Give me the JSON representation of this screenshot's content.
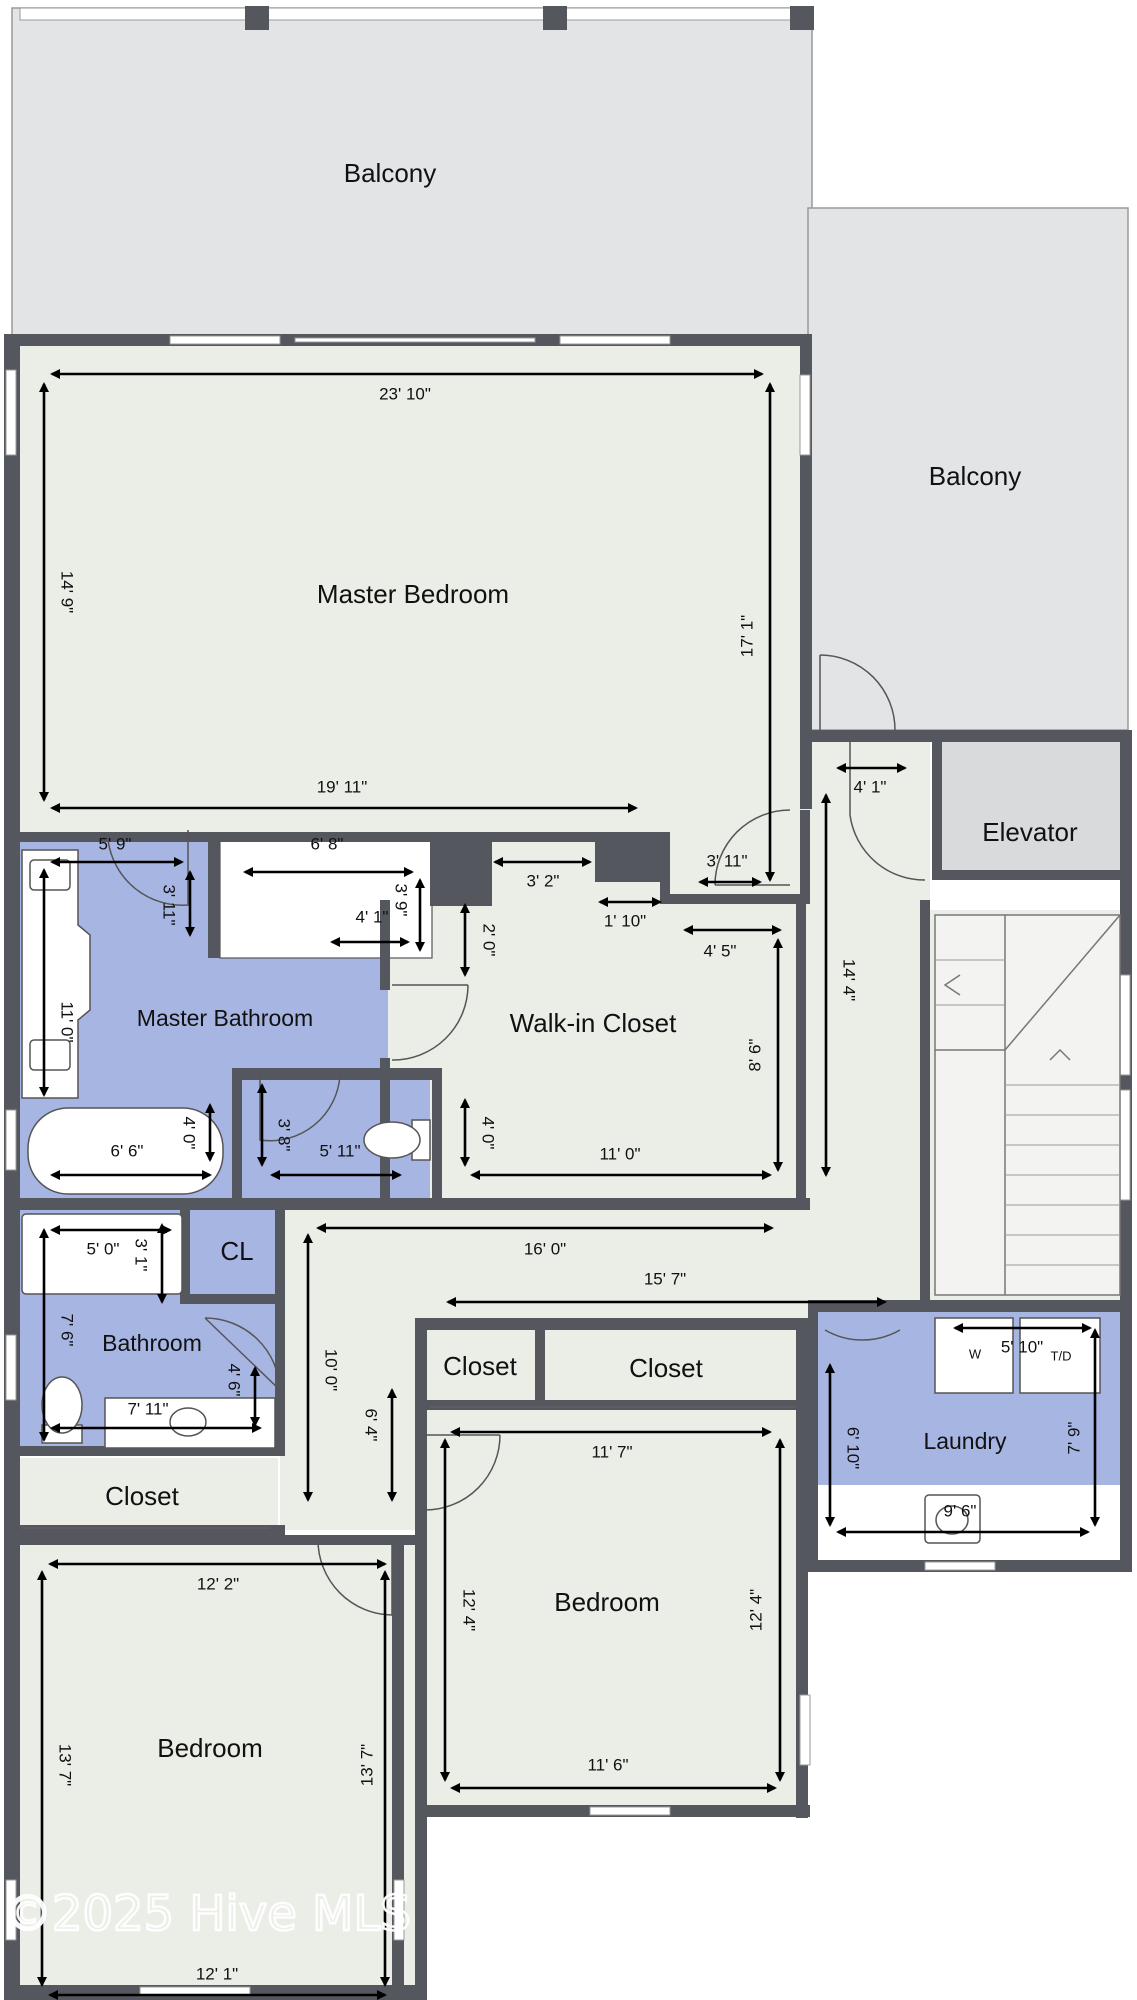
{
  "rooms": {
    "balcony_top": "Balcony",
    "balcony_right": "Balcony",
    "master_bedroom": "Master Bedroom",
    "master_bathroom": "Master Bathroom",
    "walk_in_closet": "Walk-in Closet",
    "elevator": "Elevator",
    "cl": "CL",
    "bathroom": "Bathroom",
    "closet_a": "Closet",
    "closet_b": "Closet",
    "closet_c": "Closet",
    "laundry": "Laundry",
    "bedroom_right": "Bedroom",
    "bedroom_left": "Bedroom"
  },
  "dimensions": {
    "mb_width_top": "23' 10\"",
    "mb_height_left": "14' 9\"",
    "mb_height_right": "17' 1\"",
    "mb_width_bottom": "19' 11\"",
    "mbath_vanity": "5' 9\"",
    "mbath_vanity_depth": "3' 11\"",
    "mbath_height": "11' 0\"",
    "shower_width": "6' 8\"",
    "shower_inner_w": "4' 1\"",
    "shower_inner_h": "3' 9\"",
    "tub_width": "6' 6\"",
    "tub_height": "4' 0\"",
    "wc_width": "5' 11\"",
    "wc_height": "3' 8\"",
    "wic_top": "3' 2\"",
    "wic_notch": "1' 10\"",
    "wic_left": "2' 0\"",
    "wic_right_top": "4' 5\"",
    "wic_height": "8' 6\"",
    "wic_bottom_left": "4' 0\"",
    "wic_width": "11' 0\"",
    "hall_door": "3' 11\"",
    "hall_top": "4' 1\"",
    "hall_height": "14' 4\"",
    "hall_width_top": "16' 0\"",
    "hall_width_bottom": "15' 7\"",
    "hall_vertical": "10' 0\"",
    "hall_vertical_2": "6' 4\"",
    "bath_tub_w": "5' 0\"",
    "bath_tub_h": "3' 1\"",
    "bath_height": "7' 6\"",
    "bath_vanity": "7' 11\"",
    "bath_door": "4' 6\"",
    "laundry_top": "5' 10\"",
    "laundry_height": "6' 10\"",
    "laundry_right": "7' 9\"",
    "laundry_width": "9' 6\"",
    "bed_r_top": "11' 7\"",
    "bed_r_left": "12' 4\"",
    "bed_r_right": "12' 4\"",
    "bed_r_bottom": "11' 6\"",
    "bed_l_top": "12' 2\"",
    "bed_l_left": "13' 7\"",
    "bed_l_right": "13' 7\"",
    "bed_l_bottom": "12' 1\""
  },
  "appliance_labels": {
    "washer": "W",
    "dryer": "T/D"
  },
  "watermark": "©2025 Hive MLS",
  "colors": {
    "wall": "#54575d",
    "floor": "#ebede7",
    "balcony": "#e3e4e6",
    "wet_room": "#a7b5e3",
    "elevator": "#d9dadb"
  }
}
